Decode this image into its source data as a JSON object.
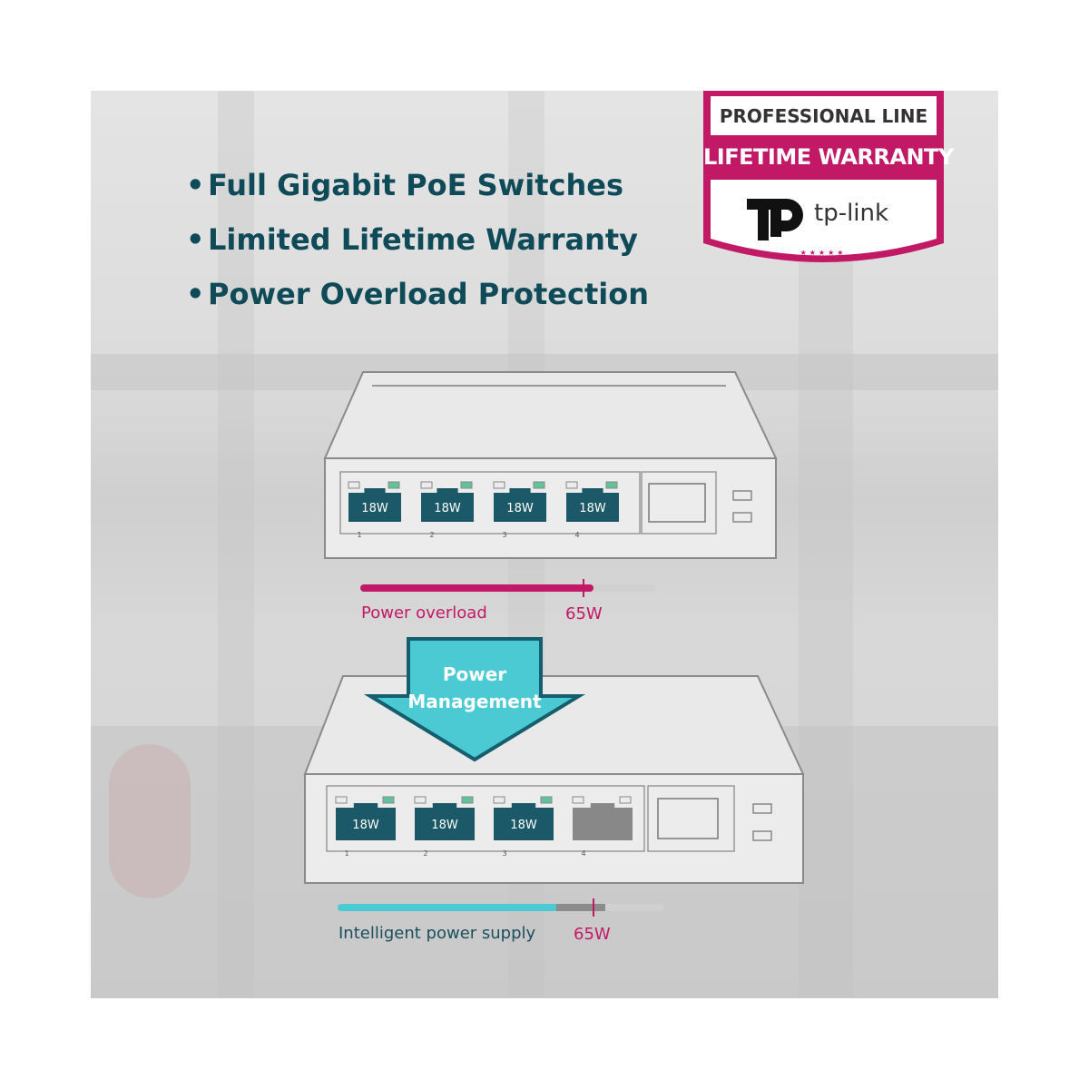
{
  "features": [
    "Full Gigabit PoE Switches",
    "Limited Lifetime Warranty",
    "Power Overload Protection"
  ],
  "badge": {
    "line1": "PROFESSIONAL LINE",
    "line2": "LIFETIME WARRANTY",
    "brand": "tp-link",
    "stars": "★★★★★"
  },
  "switch_top": {
    "ports": [
      {
        "label": "18W",
        "number": "1",
        "active": true
      },
      {
        "label": "18W",
        "number": "2",
        "active": true
      },
      {
        "label": "18W",
        "number": "3",
        "active": true
      },
      {
        "label": "18W",
        "number": "4",
        "active": true
      }
    ],
    "bar": {
      "label": "Power overload",
      "limit_label": "65W",
      "fill_fraction": 0.79,
      "limit_fraction": 0.755
    }
  },
  "arrow": {
    "line1": "Power",
    "line2": "Management"
  },
  "switch_bottom": {
    "ports": [
      {
        "label": "18W",
        "number": "1",
        "active": true
      },
      {
        "label": "18W",
        "number": "2",
        "active": true
      },
      {
        "label": "18W",
        "number": "3",
        "active": true
      },
      {
        "label": "",
        "number": "4",
        "active": false
      }
    ],
    "bar": {
      "label": "Intelligent power supply",
      "limit_label": "65W",
      "fill_fraction": 0.67,
      "extra_fraction": 0.15,
      "limit_fraction": 0.78
    }
  },
  "colors": {
    "teal_text": "#0e4a57",
    "port_fill": "#1b5968",
    "magenta": "#c21967",
    "cyan": "#4ccad4",
    "led_green": "#5fc49a"
  }
}
